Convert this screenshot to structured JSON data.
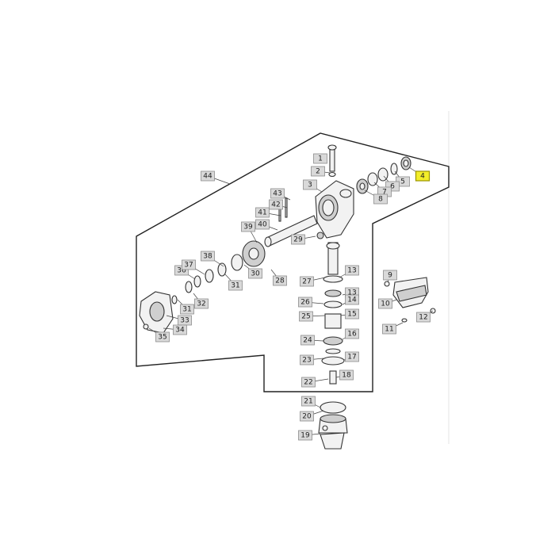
{
  "diagram": {
    "callouts": [
      {
        "id": "c1",
        "text": "1"
      },
      {
        "id": "c2",
        "text": "2"
      },
      {
        "id": "c3",
        "text": "3"
      },
      {
        "id": "c4",
        "text": "4",
        "highlight": true
      },
      {
        "id": "c5",
        "text": "5"
      },
      {
        "id": "c6",
        "text": "6"
      },
      {
        "id": "c7",
        "text": "7"
      },
      {
        "id": "c8",
        "text": "8"
      },
      {
        "id": "c9",
        "text": "9"
      },
      {
        "id": "c10",
        "text": "10"
      },
      {
        "id": "c11",
        "text": "11"
      },
      {
        "id": "c12",
        "text": "12"
      },
      {
        "id": "c13a",
        "text": "13"
      },
      {
        "id": "c13b",
        "text": "13"
      },
      {
        "id": "c14",
        "text": "14"
      },
      {
        "id": "c15",
        "text": "15"
      },
      {
        "id": "c16",
        "text": "16"
      },
      {
        "id": "c17",
        "text": "17"
      },
      {
        "id": "c18",
        "text": "18"
      },
      {
        "id": "c19",
        "text": "19"
      },
      {
        "id": "c20",
        "text": "20"
      },
      {
        "id": "c21",
        "text": "21"
      },
      {
        "id": "c22",
        "text": "22"
      },
      {
        "id": "c23",
        "text": "23"
      },
      {
        "id": "c24",
        "text": "24"
      },
      {
        "id": "c25",
        "text": "25"
      },
      {
        "id": "c26",
        "text": "26"
      },
      {
        "id": "c27",
        "text": "27"
      },
      {
        "id": "c28",
        "text": "28"
      },
      {
        "id": "c29",
        "text": "29"
      },
      {
        "id": "c30",
        "text": "30"
      },
      {
        "id": "c31a",
        "text": "31"
      },
      {
        "id": "c31b",
        "text": "31"
      },
      {
        "id": "c32",
        "text": "32"
      },
      {
        "id": "c33",
        "text": "33"
      },
      {
        "id": "c34",
        "text": "34"
      },
      {
        "id": "c35",
        "text": "35"
      },
      {
        "id": "c36",
        "text": "36"
      },
      {
        "id": "c37",
        "text": "37"
      },
      {
        "id": "c38",
        "text": "38"
      },
      {
        "id": "c39",
        "text": "39"
      },
      {
        "id": "c40",
        "text": "40"
      },
      {
        "id": "c41",
        "text": "41"
      },
      {
        "id": "c42",
        "text": "42"
      },
      {
        "id": "c43",
        "text": "43"
      },
      {
        "id": "c44",
        "text": "44"
      }
    ],
    "colors": {
      "label_fill": "#d9d9d9",
      "highlight_fill": "#f3ee2a",
      "line": "#222222"
    }
  }
}
